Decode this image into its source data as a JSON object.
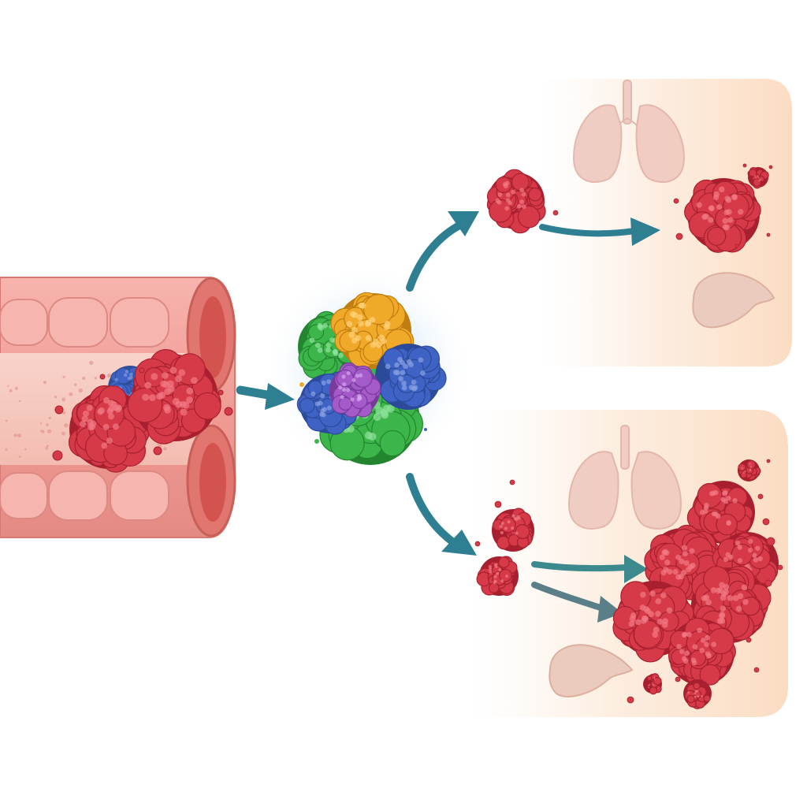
{
  "diagram": {
    "colors": {
      "background": "#ffffff",
      "tissue": "#f2a6a0",
      "tissue_dark": "#d9736f",
      "lumen": "#f6c9c0",
      "tumor": "#d63a48",
      "tumor_dark": "#a8202f",
      "arrow": "#2f7f93",
      "panel": "#fce6d2",
      "organ": "#efc5bb",
      "clone_green": "#3cb64a",
      "clone_orange": "#f1a92a",
      "clone_blue": "#3f63c4",
      "clone_purple": "#a45bc9",
      "glow": "#d9ecf7"
    },
    "nodes": [
      {
        "id": "primary-tumor-colon",
        "icon": "colon-with-tumor"
      },
      {
        "id": "heterogeneous-clone",
        "icon": "multicolor-cell-cluster"
      },
      {
        "id": "metastasis-single",
        "icon": "lungs-liver-with-small-metastasis"
      },
      {
        "id": "metastasis-multiple",
        "icon": "lungs-liver-with-large-metastases"
      }
    ],
    "edges": [
      {
        "from": "primary-tumor-colon",
        "to": "heterogeneous-clone"
      },
      {
        "from": "heterogeneous-clone",
        "to": "metastasis-single"
      },
      {
        "from": "heterogeneous-clone",
        "to": "metastasis-multiple"
      }
    ]
  }
}
